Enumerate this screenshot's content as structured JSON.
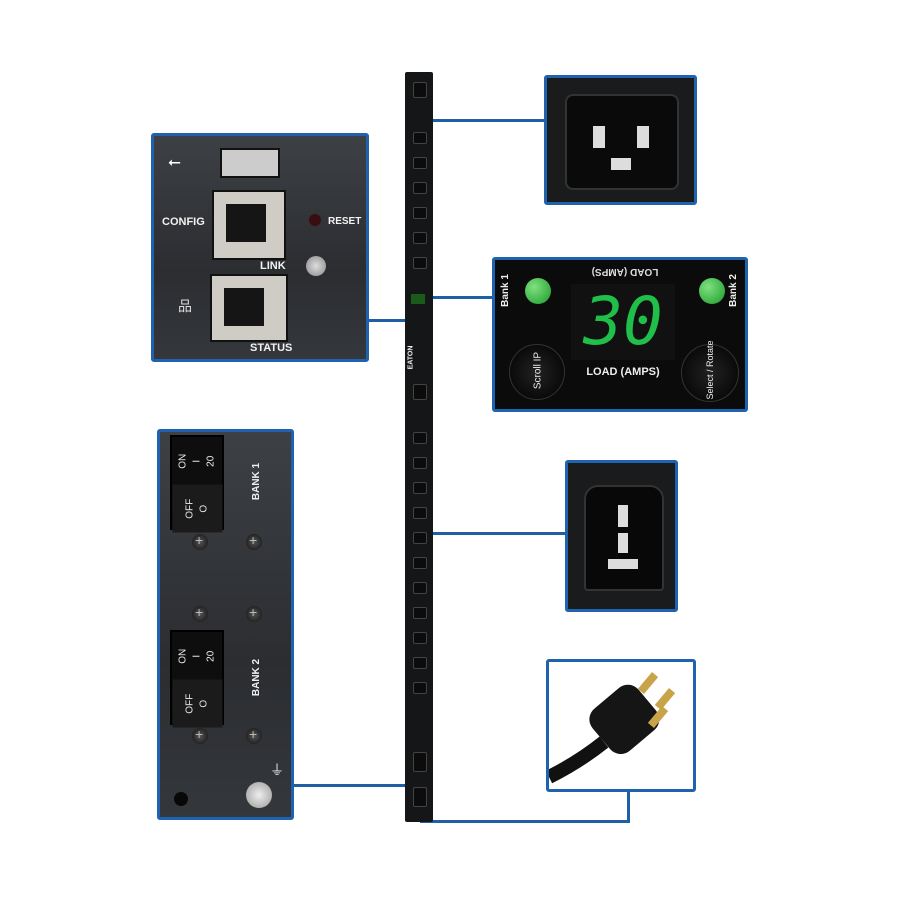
{
  "network_panel": {
    "config": "CONFIG",
    "reset": "RESET",
    "link": "LINK",
    "status": "STATUS",
    "icons": [
      "usb-icon",
      "network-icon"
    ]
  },
  "display_panel": {
    "top_label": "LOAD (AMPS)",
    "bank1": "Bank 1",
    "bank2": "Bank 2",
    "readout": "30",
    "bottom_label": "LOAD (AMPS)",
    "scroll_button": "Scroll IP",
    "select_button": "Select / Rotate",
    "led_color": "#22c43a",
    "digit_color": "#1fbf4a"
  },
  "breaker_panel": {
    "bank1": "BANK 1",
    "bank2": "BANK 2",
    "on": "ON",
    "on_symbol": "I",
    "rating": "20",
    "off": "OFF",
    "off_symbol": "O"
  },
  "strip": {
    "brand": "EATON"
  },
  "accent": "#1f62ad"
}
